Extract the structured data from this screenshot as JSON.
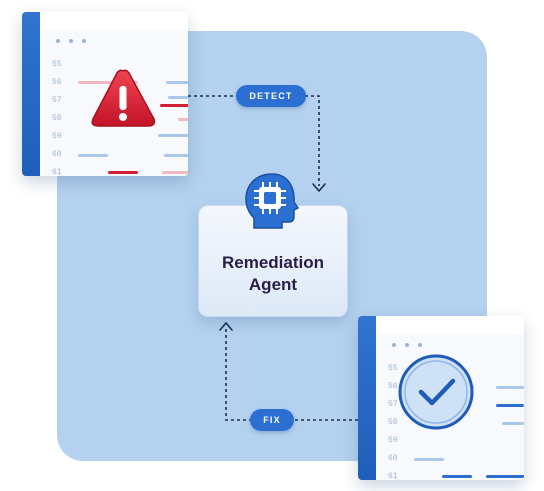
{
  "colors": {
    "panel": "#b4d2ef",
    "accent_blue": "#2a6fd1",
    "alert_red": "#e02b3c",
    "title_text": "#2a1d4a"
  },
  "diagram": {
    "agent_label_line1": "Remediation",
    "agent_label_line2": "Agent",
    "agent_icon": "head-chip-icon",
    "detect_label": "DETECT",
    "fix_label": "FIX",
    "alert_window": {
      "line_numbers": [
        "55",
        "56",
        "57",
        "58",
        "59",
        "60",
        "61"
      ],
      "icon": "warning-triangle-icon"
    },
    "fixed_window": {
      "line_numbers": [
        "55",
        "56",
        "57",
        "58",
        "59",
        "60",
        "61"
      ],
      "icon": "check-circle-icon"
    }
  }
}
